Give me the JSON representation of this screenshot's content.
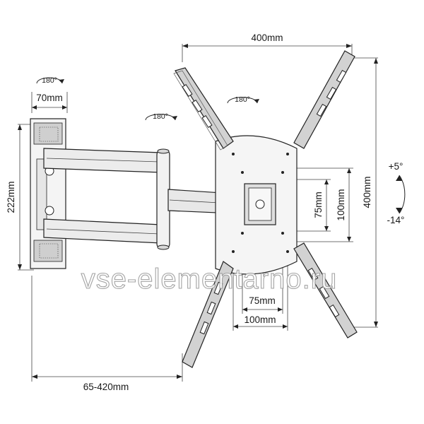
{
  "dimensions": {
    "arm_width_top": "400mm",
    "vertical_400": "400mm",
    "depth_70": "70mm",
    "height_222": "222mm",
    "extension": "65-420mm",
    "vert_75": "75mm",
    "vert_100": "100mm",
    "horiz_75": "75mm",
    "horiz_100": "100mm"
  },
  "rotation": {
    "wall_pivot": "180°",
    "elbow_pivot": "180°",
    "plate_swivel": "180°"
  },
  "tilt": {
    "up": "+5°",
    "down": "-14°"
  },
  "watermark": "vse-elementarno.ru",
  "colors": {
    "line": "#222222",
    "shade": "#bdbdbd",
    "watermark": "#9a9a9a"
  }
}
